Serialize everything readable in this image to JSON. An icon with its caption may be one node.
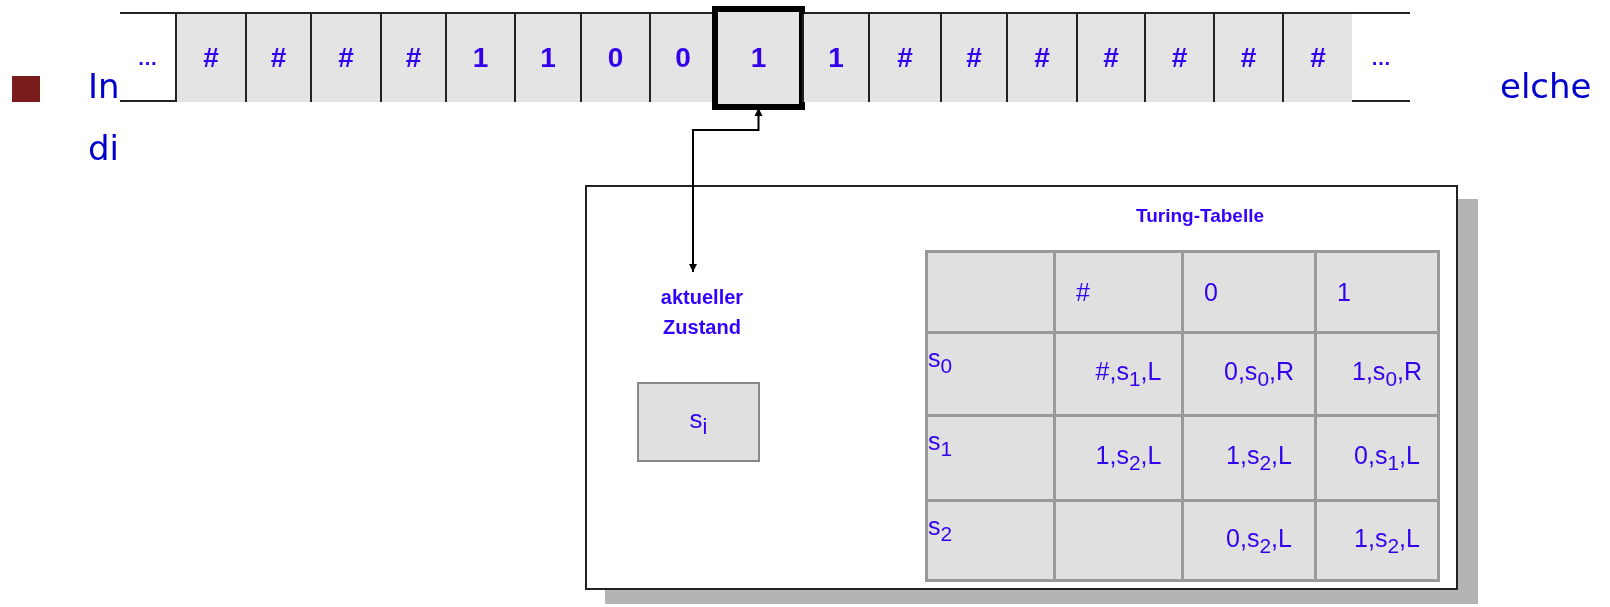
{
  "diagram": {
    "nodes": [
      {
        "text": [],
        "shape": "bar"
      },
      {
        "text": [
          "…"
        ],
        "in": 0
      },
      {
        "text": [
          "#"
        ],
        "in": 0
      },
      {
        "text": [
          "#"
        ],
        "in": 0
      },
      {
        "text": [
          "#"
        ],
        "in": 0
      },
      {
        "text": [
          "#"
        ],
        "in": 0
      },
      {
        "text": [
          "1"
        ],
        "in": 0
      },
      {
        "text": [
          "1"
        ],
        "in": 0
      },
      {
        "text": [
          "0"
        ],
        "in": 0
      },
      {
        "text": [
          "0"
        ],
        "in": 0
      },
      {
        "text": [
          "1"
        ],
        "in": 0
      },
      {
        "text": [
          "1"
        ],
        "in": 0
      },
      {
        "text": [
          "#"
        ],
        "in": 0
      },
      {
        "text": [
          "#"
        ],
        "in": 0
      },
      {
        "text": [
          "#"
        ],
        "in": 0
      },
      {
        "text": [
          "#"
        ],
        "in": 0
      },
      {
        "text": [
          "#"
        ],
        "in": 0
      },
      {
        "text": [
          "#"
        ],
        "in": 0
      },
      {
        "text": [
          "#"
        ],
        "in": 0
      },
      {
        "text": [
          "…"
        ],
        "in": 0
      },
      {
        "text": [],
        "shape": "box"
      },
      {
        "text": [
          "aktueller Zustand"
        ],
        "in": 20
      },
      {
        "text": [
          "s$_{i}$"
        ],
        "in": 20
      }
    ],
    "edges": [
      {
        "from": 10,
        "to": 21,
        "arrow": "both"
      }
    ],
    "labels": [
      "In",
      "elche",
      "di",
      "Turing-Tabelle",
      "#",
      "0",
      "1",
      "s$_{0}$",
      "#,s$_{1}$,L",
      "0,s$_{0}$,R",
      "1,s$_{0}$,R",
      "s$_{1}$",
      "1,s$_{2}$,L",
      "1,s$_{2}$,L",
      "0,s$_{1}$,L",
      "s$_{2}$",
      "0,s$_{2}$,L",
      "1,s$_{2}$,L"
    ]
  }
}
